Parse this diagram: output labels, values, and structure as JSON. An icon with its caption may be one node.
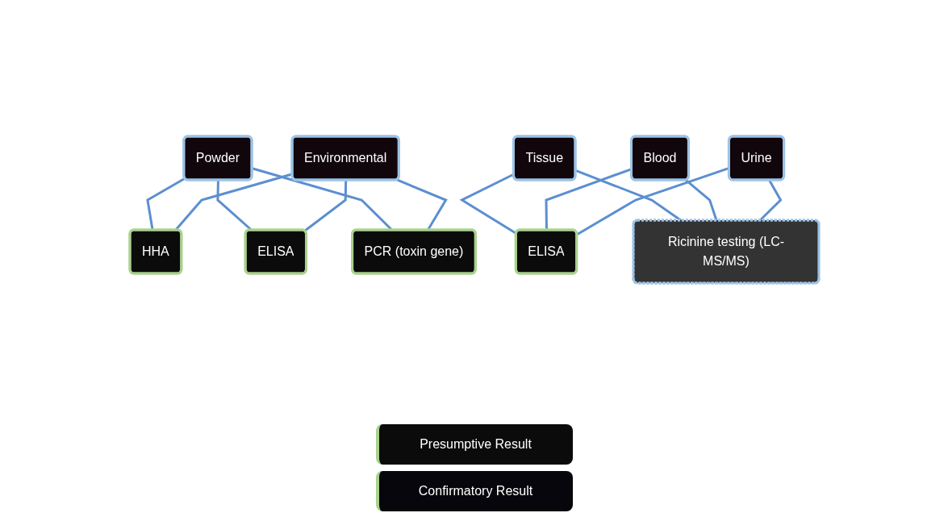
{
  "diagram": {
    "nodes": [
      {
        "text": [
          "Powder"
        ]
      },
      {
        "text": [
          "Environmental"
        ]
      },
      {
        "text": [
          "Tissue"
        ]
      },
      {
        "text": [
          "Blood"
        ]
      },
      {
        "text": [
          "Urine"
        ]
      },
      {
        "text": [
          "HHA"
        ]
      },
      {
        "text": [
          "ELISA"
        ]
      },
      {
        "text": [
          "PCR (toxin gene)"
        ]
      },
      {
        "text": [
          "ELISA"
        ]
      },
      {
        "text": [
          "Ricinine testing (LC-MS/MS)"
        ]
      }
    ],
    "edges": [
      {
        "from": 0,
        "to": 5,
        "arrow": "none"
      },
      {
        "from": 0,
        "to": 6,
        "arrow": "none"
      },
      {
        "from": 0,
        "to": 7,
        "arrow": "none"
      },
      {
        "from": 1,
        "to": 5,
        "arrow": "none"
      },
      {
        "from": 1,
        "to": 6,
        "arrow": "none"
      },
      {
        "from": 1,
        "to": 7,
        "arrow": "none"
      },
      {
        "from": 2,
        "to": 8,
        "arrow": "none"
      },
      {
        "from": 2,
        "to": 9,
        "arrow": "none"
      },
      {
        "from": 3,
        "to": 8,
        "arrow": "none"
      },
      {
        "from": 3,
        "to": 9,
        "arrow": "none"
      },
      {
        "from": 4,
        "to": 8,
        "arrow": "none"
      },
      {
        "from": 4,
        "to": 9,
        "arrow": "none"
      }
    ],
    "legend": [
      {
        "text": "Presumptive Result",
        "color": "#0b0b0b"
      },
      {
        "text": "Confirmatory Result",
        "color": "#06060c"
      }
    ]
  }
}
